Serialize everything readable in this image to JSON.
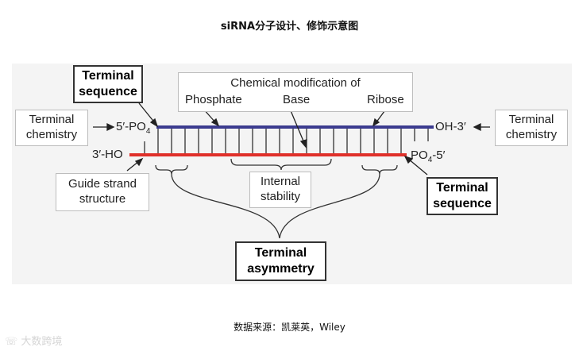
{
  "title": "siRNA分子设计、修饰示意图",
  "labels": {
    "terminal_sequence_top": "Terminal\nsequence",
    "chemical_modification": "Chemical modification of",
    "phosphate": "Phosphate",
    "base": "Base",
    "ribose": "Ribose",
    "terminal_chemistry_left": "Terminal\nchemistry",
    "terminal_chemistry_right": "Terminal\nchemistry",
    "five_prime_po4": "5′-PO",
    "po4_subscript": "4",
    "oh_3_prime": "OH-3′",
    "three_prime_ho": "3′-HO",
    "po4_5_prime": "PO",
    "po4_5_prime_suffix": "-5′",
    "guide_strand": "Guide strand\nstructure",
    "internal_stability": "Internal\nstability",
    "terminal_sequence_bottom": "Terminal\nsequence",
    "terminal_asymmetry": "Terminal\nasymmetry"
  },
  "colors": {
    "top_strand": "#3b3b8f",
    "bottom_strand": "#e0302a",
    "panel": "#f4f4f4"
  },
  "source": "数据来源：凯莱英，Wiley",
  "watermark": "大数跨境"
}
